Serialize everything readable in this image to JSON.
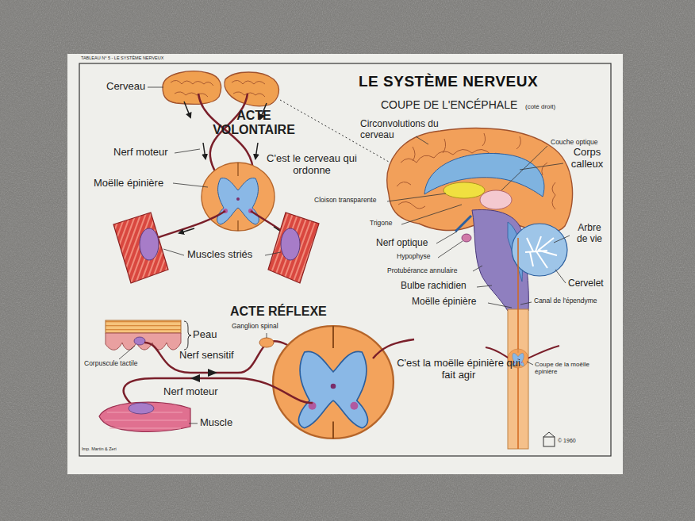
{
  "diagram": {
    "title": "LE SYSTÈME NERVEUX",
    "labels": [
      "TABLEAU N° 5 - LE SYSTÈME NERVEUX",
      "Cerveau",
      "ACTE VOLONTAIRE",
      "Nerf moteur",
      "C'est le cerveau qui ordonne",
      "Moëlle épinière",
      "Muscles striés",
      "COUPE DE L'ENCÉPHALE",
      "(coté droit)",
      "Circonvolutions du cerveau",
      "Couche optique",
      "Corps calleux",
      "Cloison transparente",
      "Trigone",
      "Nerf optique",
      "Hypophyse",
      "Protubérance annulaire",
      "Bulbe rachidien",
      "Moëlle épinière",
      "Arbre de vie",
      "Cervelet",
      "Canal de l'épendyme",
      "ACTE RÉFLEXE",
      "Ganglion spinal",
      "Peau",
      "Corpuscule tactile",
      "Nerf sensitif",
      "Nerf moteur",
      "Muscle",
      "C'est la moëlle épinière qui fait agir",
      "Coupe de la moëlle épinière",
      "Imp. Martin & Zeri",
      "© 1960"
    ]
  }
}
